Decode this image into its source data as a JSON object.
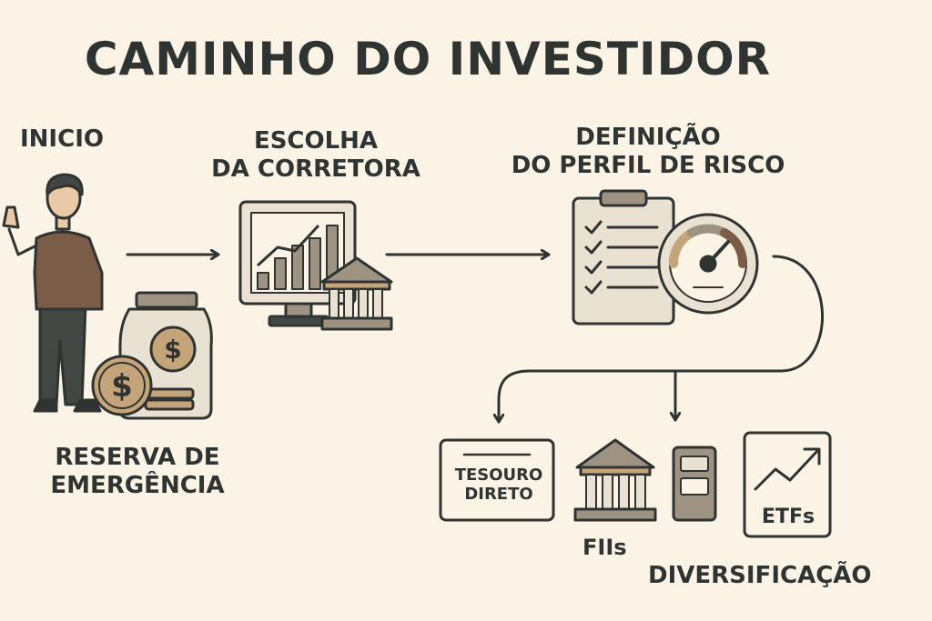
{
  "title": "CAMINHO DO INVESTIDOR",
  "steps": {
    "inicio": "INICIO",
    "corretora": [
      "ESCOLHA",
      "DA CORRETORA"
    ],
    "perfil": [
      "DEFINIÇÃO",
      "DO PERFIL DE RISCO"
    ],
    "reserva": [
      "RESERVA DE",
      "EMERGÊNCIA"
    ]
  },
  "investments": {
    "tesouro": [
      "TESOURO",
      "DIRETO"
    ],
    "fiis": "FIIs",
    "etfs": "ETFs"
  },
  "diversificacao": "DIVERSIFICAÇÃO",
  "colors": {
    "background": "#faf3e6",
    "ink": "#2f3432",
    "brown": "#7a5c47",
    "tan": "#c6a47a",
    "screen": "#e9e1d1",
    "stone": "#9e9382"
  },
  "icons": [
    "person-icon",
    "coin-jar-icon",
    "monitor-chart-icon",
    "bank-icon",
    "clipboard-checklist-icon",
    "gauge-icon",
    "bond-certificate-icon",
    "fii-building-icon",
    "device-icon",
    "etf-chart-icon"
  ]
}
